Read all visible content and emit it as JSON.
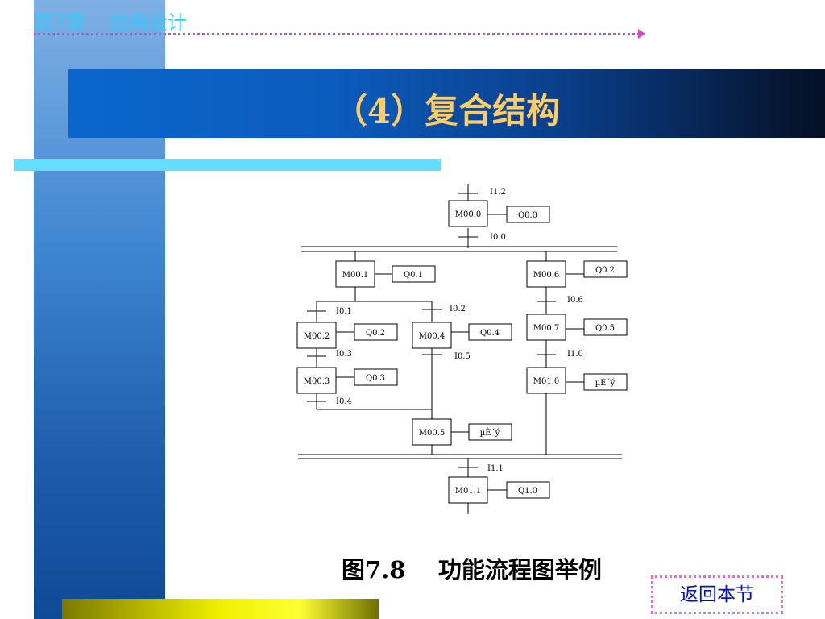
{
  "header": {
    "chapter": "第7章    应用设计"
  },
  "title": "（4）复合结构",
  "caption": "图7.8    功能流程图举例",
  "return_button": "返回本节",
  "diagram": {
    "steps": [
      {
        "id": "s-m000",
        "label": "M00.0"
      },
      {
        "id": "s-m001",
        "label": "M00.1"
      },
      {
        "id": "s-m002",
        "label": "M00.2"
      },
      {
        "id": "s-m003",
        "label": "M00.3"
      },
      {
        "id": "s-m004",
        "label": "M00.4"
      },
      {
        "id": "s-m005",
        "label": "M00.5"
      },
      {
        "id": "s-m006",
        "label": "M00.6"
      },
      {
        "id": "s-m007",
        "label": "M00.7"
      },
      {
        "id": "s-m010",
        "label": "M01.0"
      },
      {
        "id": "s-m011",
        "label": "M01.1"
      }
    ],
    "actions": [
      {
        "id": "a-q00",
        "label": "Q0.0"
      },
      {
        "id": "a-q01",
        "label": "Q0.1"
      },
      {
        "id": "a-q02a",
        "label": "Q0.2"
      },
      {
        "id": "a-q03",
        "label": "Q0.3"
      },
      {
        "id": "a-q04",
        "label": "Q0.4"
      },
      {
        "id": "a-wait1",
        "label": "µÈ´ý"
      },
      {
        "id": "a-q02b",
        "label": "Q0.2"
      },
      {
        "id": "a-q05",
        "label": "Q0.5"
      },
      {
        "id": "a-wait2",
        "label": "µÈ´ý"
      },
      {
        "id": "a-q10",
        "label": "Q1.0"
      }
    ],
    "transitions": [
      {
        "id": "t-i12",
        "label": "I1.2"
      },
      {
        "id": "t-i00",
        "label": "I0.0"
      },
      {
        "id": "t-i01",
        "label": "I0.1"
      },
      {
        "id": "t-i02",
        "label": "I0.2"
      },
      {
        "id": "t-i03",
        "label": "I0.3"
      },
      {
        "id": "t-i05",
        "label": "I0.5"
      },
      {
        "id": "t-i04",
        "label": "I0.4"
      },
      {
        "id": "t-i06",
        "label": "I0.6"
      },
      {
        "id": "t-i10",
        "label": "I1.0"
      },
      {
        "id": "t-i11",
        "label": "I1.1"
      }
    ]
  }
}
